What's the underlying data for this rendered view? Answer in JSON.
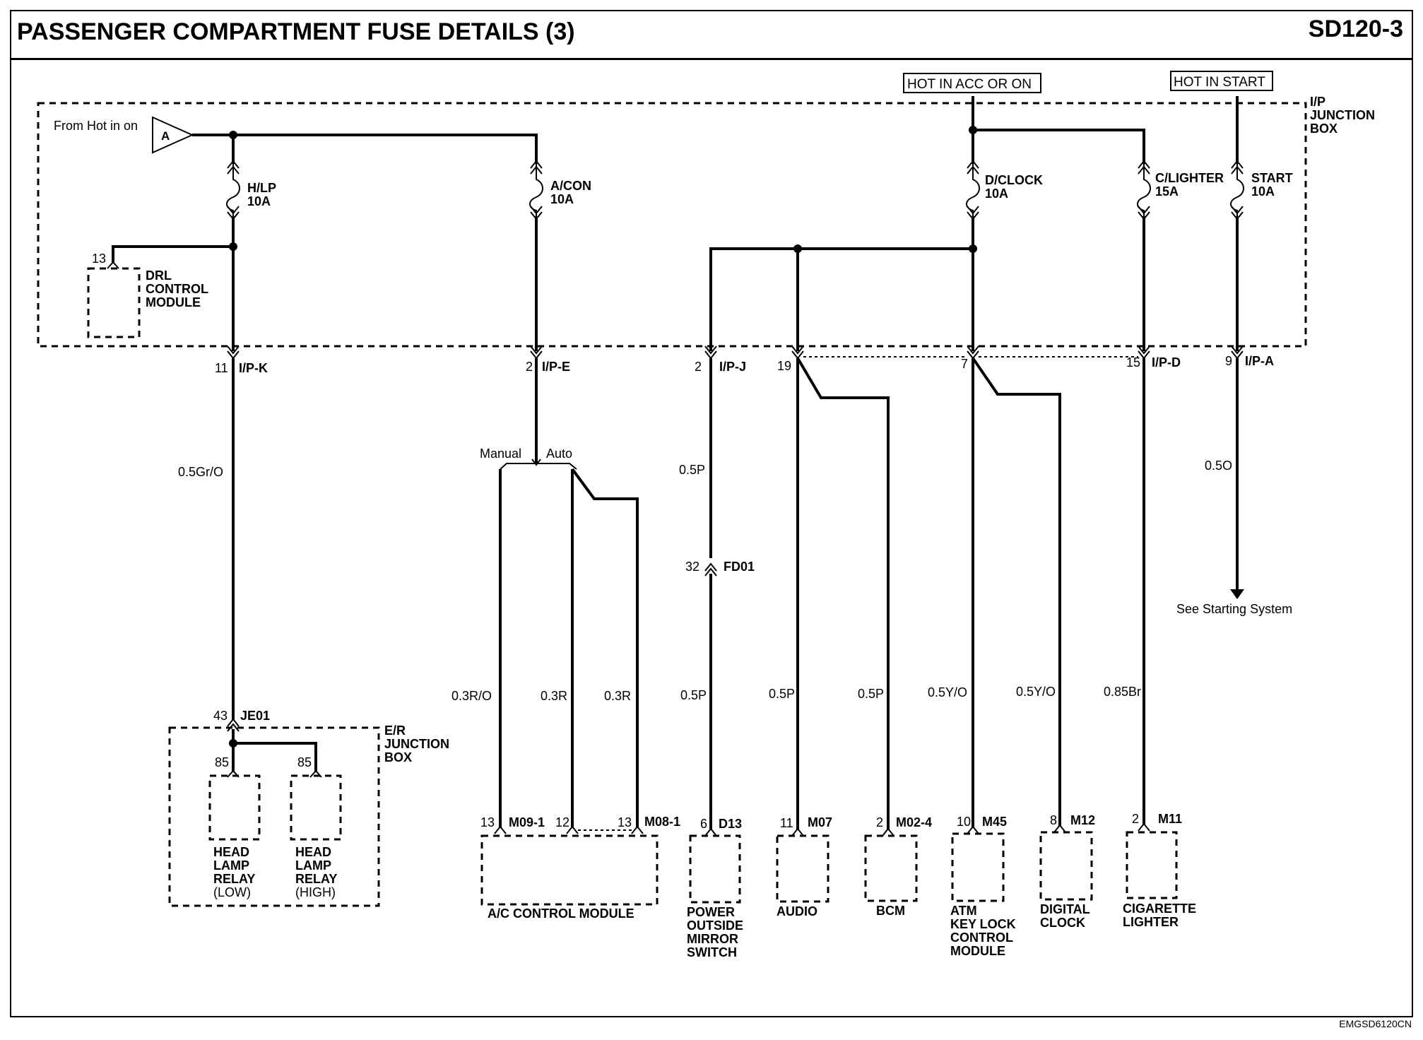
{
  "header": {
    "title": "PASSENGER COMPARTMENT FUSE DETAILS (3)",
    "code": "SD120-3"
  },
  "footer": {
    "doc_id": "EMGSD6120CN"
  },
  "sources": {
    "hot_acc_on": "HOT IN ACC OR ON",
    "hot_start": "HOT IN START",
    "from_label": "From Hot in on",
    "connector_letter": "A"
  },
  "junction_boxes": {
    "ip": [
      "I/P",
      "JUNCTION",
      "BOX"
    ],
    "er": [
      "E/R",
      "JUNCTION",
      "BOX"
    ]
  },
  "fuses": {
    "hlp": {
      "name": "H/LP",
      "rating": "10A"
    },
    "acon": {
      "name": "A/CON",
      "rating": "10A"
    },
    "dclock": {
      "name": "D/CLOCK",
      "rating": "10A"
    },
    "clighter": {
      "name": "C/LIGHTER",
      "rating": "15A"
    },
    "start": {
      "name": "START",
      "rating": "10A"
    }
  },
  "drl": {
    "pin": "13",
    "label": [
      "DRL",
      "CONTROL",
      "MODULE"
    ]
  },
  "ip_connectors": {
    "k": {
      "pin": "11",
      "name": "I/P-K"
    },
    "e": {
      "pin": "2",
      "name": "I/P-E"
    },
    "j": {
      "pin": "2",
      "name": "I/P-J"
    },
    "p19": {
      "pin": "19"
    },
    "p7": {
      "pin": "7"
    },
    "d": {
      "pin": "15",
      "name": "I/P-D"
    },
    "a": {
      "pin": "9",
      "name": "I/P-A"
    }
  },
  "wires": {
    "hlp_trunk": "0.5Gr/O",
    "mirror_upper": "0.5P",
    "start_out": "0.5O",
    "m09_13": "0.3R/O",
    "m09_12": "0.3R",
    "m08_13": "0.3R",
    "mirror_lower": "0.5P",
    "audio": "0.5P",
    "bcm": "0.5P",
    "atm": "0.5Y/O",
    "clock": "0.5Y/O",
    "lighter": "0.85Br"
  },
  "options": {
    "manual": "Manual",
    "auto": "Auto"
  },
  "fd01": {
    "pin": "32",
    "name": "FD01"
  },
  "see_starting": "See Starting System",
  "je01": {
    "pin": "43",
    "name": "JE01"
  },
  "relays": {
    "low": {
      "pin": "85",
      "label": [
        "HEAD",
        "LAMP",
        "RELAY",
        "(LOW)"
      ]
    },
    "high": {
      "pin": "85",
      "label": [
        "HEAD",
        "LAMP",
        "RELAY",
        "(HIGH)"
      ]
    }
  },
  "components": {
    "ac": {
      "pins": [
        "13",
        "12",
        "13"
      ],
      "connectors": [
        "M09-1",
        "M08-1"
      ],
      "label": [
        "A/C CONTROL MODULE"
      ]
    },
    "mirror": {
      "pin": "6",
      "connector": "D13",
      "label": [
        "POWER",
        "OUTSIDE",
        "MIRROR",
        "SWITCH"
      ]
    },
    "audio": {
      "pin": "11",
      "connector": "M07",
      "label": [
        "AUDIO"
      ]
    },
    "bcm": {
      "pin": "2",
      "connector": "M02-4",
      "label": [
        "BCM"
      ]
    },
    "atm": {
      "pin": "10",
      "connector": "M45",
      "label": [
        "ATM",
        "KEY LOCK",
        "CONTROL",
        "MODULE"
      ]
    },
    "clock": {
      "pin": "8",
      "connector": "M12",
      "label": [
        "DIGITAL",
        "CLOCK"
      ]
    },
    "lighter": {
      "pin": "2",
      "connector": "M11",
      "label": [
        "CIGARETTE",
        "LIGHTER"
      ]
    }
  }
}
